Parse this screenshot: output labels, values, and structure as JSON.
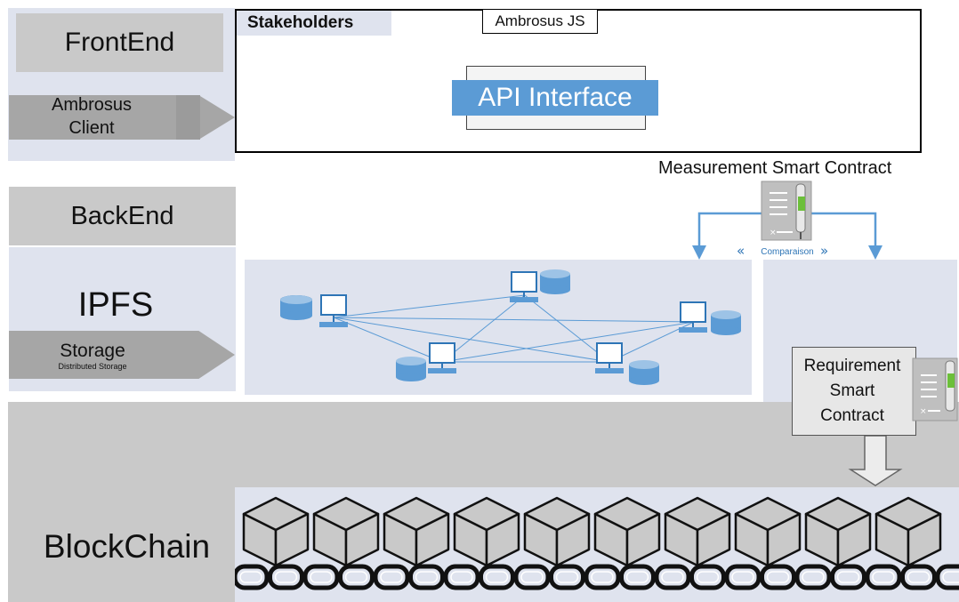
{
  "layers": {
    "frontend": "FrontEnd",
    "backend": "BackEnd",
    "ipfs": "IPFS",
    "blockchain": "BlockChain"
  },
  "arrows": {
    "client_line1": "Ambrosus",
    "client_line2": "Client",
    "storage_line1": "Storage",
    "storage_line2": "Distributed Storage"
  },
  "stakeholders": {
    "title": "Stakeholders",
    "sdk": "Ambrosus JS",
    "api": "API Interface"
  },
  "contracts": {
    "measurement": "Measurement Smart Contract",
    "comparison": "Comparaison",
    "requirement_line1": "Requirement",
    "requirement_line2": "Smart",
    "requirement_line3": "Contract"
  },
  "colors": {
    "panel": "#dfe3ee",
    "gray": "#c9c9c9",
    "accent": "#5b9bd5",
    "arrow_blue": "#5b9bd5"
  },
  "icons": {
    "node": "computer-icon",
    "database": "database-icon",
    "contract": "document-pen-icon",
    "block": "cube-icon",
    "chain": "chain-link-icon"
  }
}
